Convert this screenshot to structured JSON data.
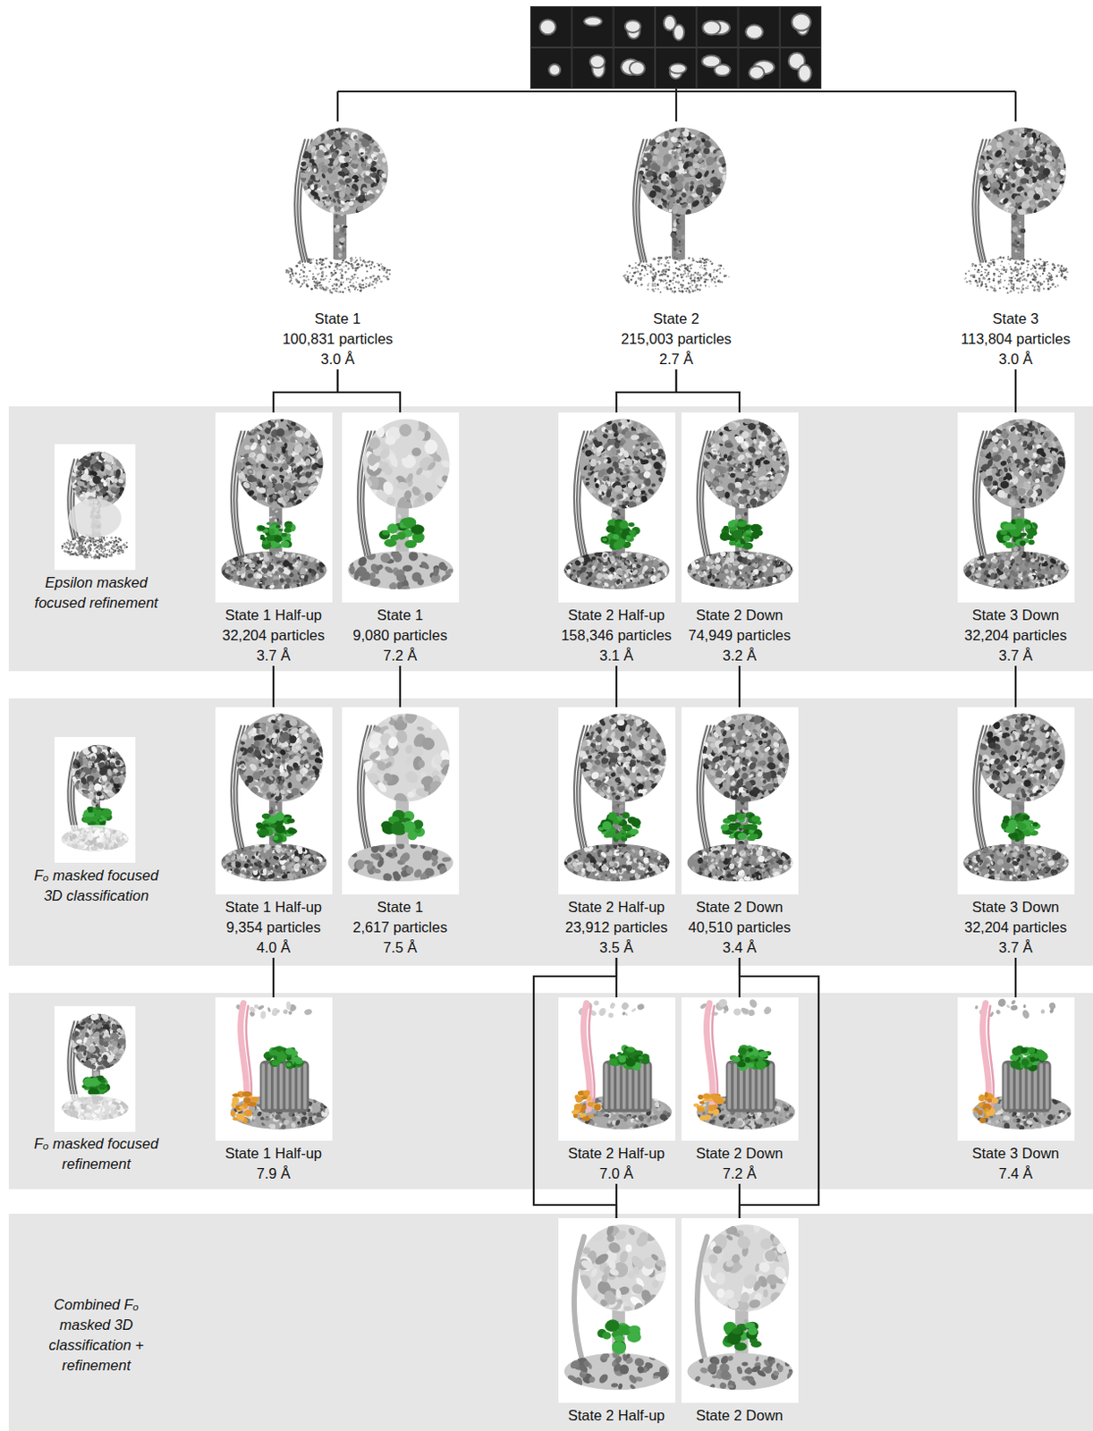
{
  "diagram": {
    "nodes": [
      {
        "text": [
          "State 1",
          "100,831 particles",
          "3.0 Å"
        ]
      },
      {
        "text": [
          "State 2",
          "215,003 particles",
          "2.7 Å"
        ]
      },
      {
        "text": [
          "State 3",
          "113,804 particles",
          "3.0 Å"
        ]
      },
      {
        "text": [
          "Epsilon masked focused refinement"
        ]
      },
      {
        "text": [
          "State 1 Half-up",
          "32,204 particles",
          "3.7 Å"
        ],
        "in": 3
      },
      {
        "text": [
          "State 1",
          "9,080 particles",
          "7.2 Å"
        ],
        "in": 3
      },
      {
        "text": [
          "State 2 Half-up",
          "158,346 particles",
          "3.1 Å"
        ],
        "in": 3
      },
      {
        "text": [
          "State 2 Down",
          "74,949 particles",
          "3.2 Å"
        ],
        "in": 3
      },
      {
        "text": [
          "State 3 Down",
          "32,204 particles",
          "3.7 Å"
        ],
        "in": 3
      },
      {
        "text": [
          "Fₒ masked focused 3D classification"
        ]
      },
      {
        "text": [
          "State 1 Half-up",
          "9,354 particles",
          "4.0 Å"
        ],
        "in": 9
      },
      {
        "text": [
          "State 1",
          "2,617 particles",
          "7.5 Å"
        ],
        "in": 9
      },
      {
        "text": [
          "State 2 Half-up",
          "23,912 particles",
          "3.5 Å"
        ],
        "in": 9
      },
      {
        "text": [
          "State 2 Down",
          "40,510 particles",
          "3.4 Å"
        ],
        "in": 9
      },
      {
        "text": [
          "State 3 Down",
          "32,204 particles",
          "3.7 Å"
        ],
        "in": 9
      },
      {
        "text": [
          "Fₒ masked focused refinement"
        ]
      },
      {
        "text": [
          "State 1 Half-up",
          "7.9 Å"
        ],
        "in": 15
      },
      {
        "text": [
          "State 2 Half-up",
          "7.0 Å"
        ],
        "in": 15
      },
      {
        "text": [
          "State 2 Down",
          "7.2 Å"
        ],
        "in": 15
      },
      {
        "text": [
          "State 3 Down",
          "7.4 Å"
        ],
        "in": 15
      },
      {
        "text": [
          "Combined Fₒ masked 3D classification + refinement"
        ]
      },
      {
        "text": [
          "State 2 Half-up"
        ],
        "in": 20
      },
      {
        "text": [
          "State 2 Down"
        ],
        "in": 20
      }
    ],
    "edges": [
      {
        "from": 0,
        "to": 4,
        "arrow": "none"
      },
      {
        "from": 0,
        "to": 5,
        "arrow": "none"
      },
      {
        "from": 1,
        "to": 6,
        "arrow": "none"
      },
      {
        "from": 1,
        "to": 7,
        "arrow": "none"
      },
      {
        "from": 2,
        "to": 8,
        "arrow": "none"
      },
      {
        "from": 4,
        "to": 10,
        "arrow": "none"
      },
      {
        "from": 5,
        "to": 11,
        "arrow": "none"
      },
      {
        "from": 6,
        "to": 12,
        "arrow": "none"
      },
      {
        "from": 7,
        "to": 13,
        "arrow": "none"
      },
      {
        "from": 8,
        "to": 14,
        "arrow": "none"
      },
      {
        "from": 10,
        "to": 16,
        "arrow": "none"
      },
      {
        "from": 12,
        "to": 17,
        "arrow": "none"
      },
      {
        "from": 12,
        "to": 21,
        "arrow": "none"
      },
      {
        "from": 17,
        "to": 21,
        "arrow": "none"
      },
      {
        "from": 13,
        "to": 18,
        "arrow": "none"
      },
      {
        "from": 13,
        "to": 22,
        "arrow": "none"
      },
      {
        "from": 14,
        "to": 19,
        "arrow": "none"
      },
      {
        "from": 18,
        "to": 22,
        "arrow": "none"
      }
    ]
  }
}
